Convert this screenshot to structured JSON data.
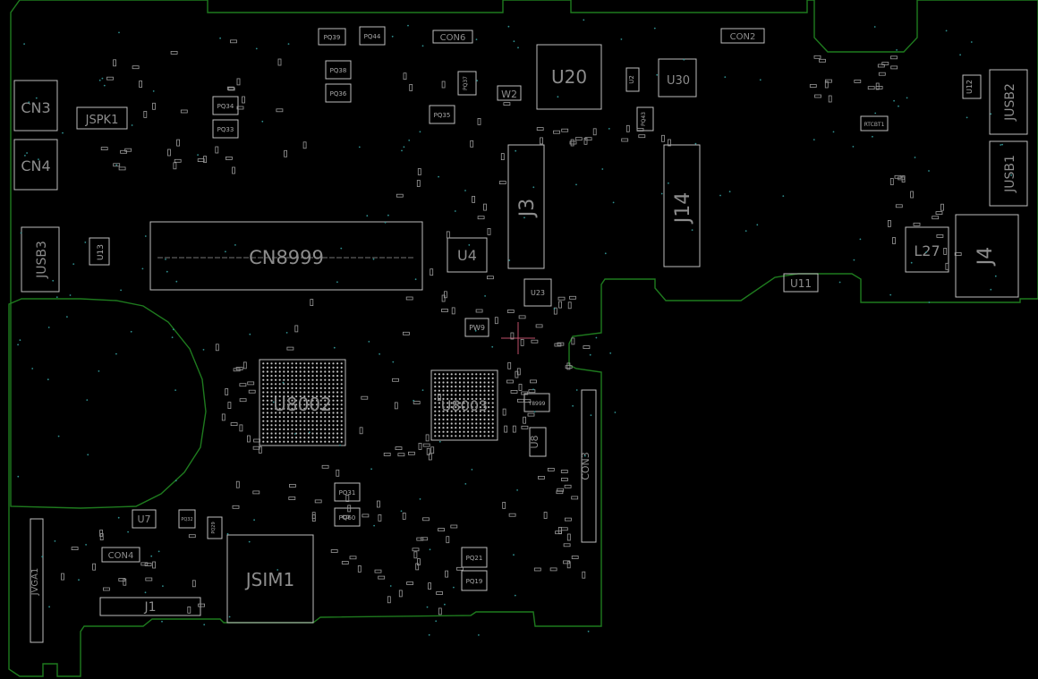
{
  "board": {
    "colors": {
      "background": "#000000",
      "outline": "#1e7a1e",
      "component": "#bdbdbd",
      "label": "#8c8c8c",
      "via": "#2f8f8f",
      "cursor": "#c0506a"
    }
  },
  "labels": {
    "CN3": "CN3",
    "CN4": "CN4",
    "JSPK1": "JSPK1",
    "JUSB3": "JUSB3",
    "U13": "U13",
    "CN8999": "CN8999",
    "PQ39": "PQ39",
    "PQ44": "PQ44",
    "PQ38": "PQ38",
    "PQ36": "PQ36",
    "PQ34": "PQ34",
    "PQ33": "PQ33",
    "CON6": "CON6",
    "PQ37": "PQ37",
    "W2": "W2",
    "PQ35": "PQ35",
    "U20": "U20",
    "U2": "U2",
    "U30": "U30",
    "CON2": "CON2",
    "PQ43": "PQ43",
    "J3": "J3",
    "J14": "J14",
    "U4": "U4",
    "U23": "U23",
    "PW9": "PW9",
    "U12": "U12",
    "JUSB2": "JUSB2",
    "JUSB1": "JUSB1",
    "RTCBT1": "RTCBT1",
    "L27": "L27",
    "J4": "J4",
    "U11": "U11",
    "U8002": "U8002",
    "U8003": "U8003",
    "Y8999": "Y8999",
    "U8": "U8",
    "CON3": "CON3",
    "U7": "U7",
    "PQ32": "PQ32",
    "PQ29": "PQ29",
    "CON4": "CON4",
    "JVGA1": "JVGA1",
    "J1": "J1",
    "JSIM1": "JSIM1",
    "PQ31": "PQ31",
    "PQ60": "PQ60",
    "PQ21": "PQ21",
    "PQ19": "PQ19"
  }
}
